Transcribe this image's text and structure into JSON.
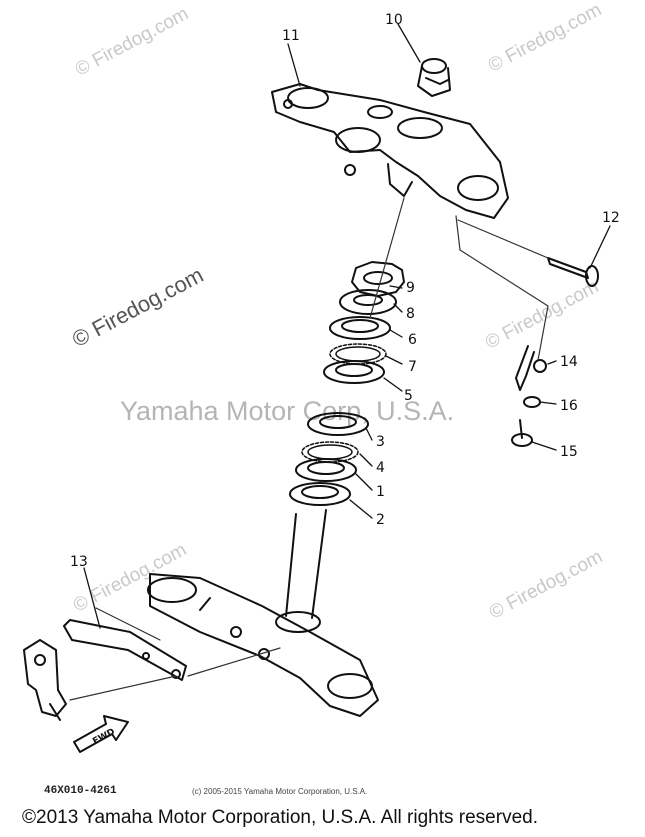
{
  "watermarks": {
    "brand": "© Firedog.com",
    "center": "Yamaha Motor Corp, U.S.A."
  },
  "diagram": {
    "part_labels": [
      "1",
      "2",
      "3",
      "4",
      "5",
      "6",
      "7",
      "8",
      "9",
      "10",
      "11",
      "12",
      "13",
      "14",
      "15",
      "16"
    ],
    "direction_arrow": "FWD",
    "drawing_code": "46X010-4261",
    "copyright_small": "(c) 2005-2015 Yamaha Motor Corporation, U.S.A."
  },
  "footer": {
    "copyright": "©2013 Yamaha Motor Corporation, U.S.A. All rights reserved."
  }
}
